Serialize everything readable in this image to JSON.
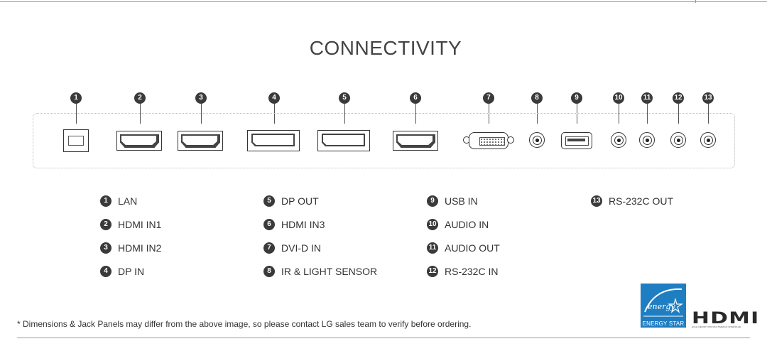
{
  "title": "CONNECTIVITY",
  "ports": [
    {
      "num": "1",
      "label": "LAN"
    },
    {
      "num": "2",
      "label": "HDMI IN1"
    },
    {
      "num": "3",
      "label": "HDMI IN2"
    },
    {
      "num": "4",
      "label": "DP IN"
    },
    {
      "num": "5",
      "label": "DP OUT"
    },
    {
      "num": "6",
      "label": "HDMI IN3"
    },
    {
      "num": "7",
      "label": "DVI-D IN"
    },
    {
      "num": "8",
      "label": "IR & LIGHT SENSOR"
    },
    {
      "num": "9",
      "label": "USB IN"
    },
    {
      "num": "10",
      "label": "AUDIO IN"
    },
    {
      "num": "11",
      "label": "AUDIO OUT"
    },
    {
      "num": "12",
      "label": "RS-232C IN"
    },
    {
      "num": "13",
      "label": "RS-232C OUT"
    }
  ],
  "footnote": "* Dimensions & Jack Panels may differ from the above image, so please contact LG sales team to verify before ordering.",
  "logos": {
    "energy_star": "ENERGY STAR",
    "energy_star_script": "energy",
    "hdmi": "HDMI",
    "hdmi_tagline": "HIGH-DEFINITION MULTIMEDIA INTERFACE"
  },
  "colors": {
    "marker": "#3a3a3a",
    "energy_star_blue": "#1f7ec2"
  }
}
